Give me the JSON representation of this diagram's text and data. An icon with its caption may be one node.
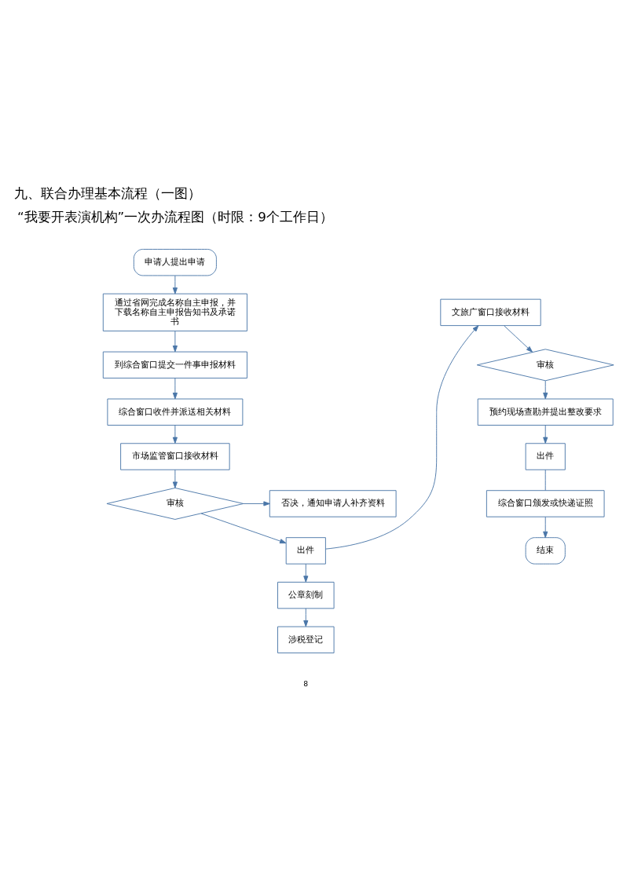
{
  "diagram": {
    "title": "九、联合办理基本流程（一图）",
    "nodes": [
      {
        "text": [
          "申请人提出申请"
        ]
      },
      {
        "text": [
          "通过省网完成名称自主申报，并下载名称自主申报告知书及承诺书"
        ]
      },
      {
        "text": [
          "到综合窗口提交一件事申报材料"
        ]
      },
      {
        "text": [
          "综合窗口收件并派送相关材料"
        ]
      },
      {
        "text": [
          "市场监管窗口接收材料"
        ]
      },
      {
        "text": [
          "审核"
        ]
      },
      {
        "text": [
          "否决，通知申请人补齐资料"
        ]
      },
      {
        "text": [
          "出件"
        ]
      },
      {
        "text": [
          "公章刻制"
        ]
      },
      {
        "text": [
          "涉税登记"
        ]
      },
      {
        "text": [
          "文旅广窗口接收材料"
        ]
      },
      {
        "text": [
          "审核"
        ]
      },
      {
        "text": [
          "预约现场查勘并提出整改要求"
        ]
      },
      {
        "text": [
          "出件"
        ]
      },
      {
        "text": [
          "综合窗口颁发或快递证照"
        ]
      },
      {
        "text": [
          "结束"
        ]
      }
    ],
    "edges": [
      {
        "from": 0,
        "to": 1,
        "arrow": "to"
      },
      {
        "from": 1,
        "to": 2,
        "arrow": "to"
      },
      {
        "from": 2,
        "to": 3,
        "arrow": "to"
      },
      {
        "from": 3,
        "to": 4,
        "arrow": "to"
      },
      {
        "from": 4,
        "to": 5,
        "arrow": "to"
      },
      {
        "from": 5,
        "to": 6,
        "arrow": "to"
      },
      {
        "from": 5,
        "to": 7,
        "arrow": "to"
      },
      {
        "from": 7,
        "to": 8,
        "arrow": "to"
      },
      {
        "from": 8,
        "to": 9,
        "arrow": "to"
      },
      {
        "from": 7,
        "to": 10,
        "arrow": "to"
      },
      {
        "from": 10,
        "to": 11,
        "arrow": "to"
      },
      {
        "from": 11,
        "to": 12,
        "arrow": "to"
      },
      {
        "from": 12,
        "to": 13,
        "arrow": "to"
      },
      {
        "from": 13,
        "to": 14,
        "arrow": "none"
      },
      {
        "from": 14,
        "to": 15,
        "arrow": "to"
      }
    ],
    "labels": [
      "“我要开表演机构”一次办流程图（时限：9个工作日）",
      "8"
    ]
  }
}
